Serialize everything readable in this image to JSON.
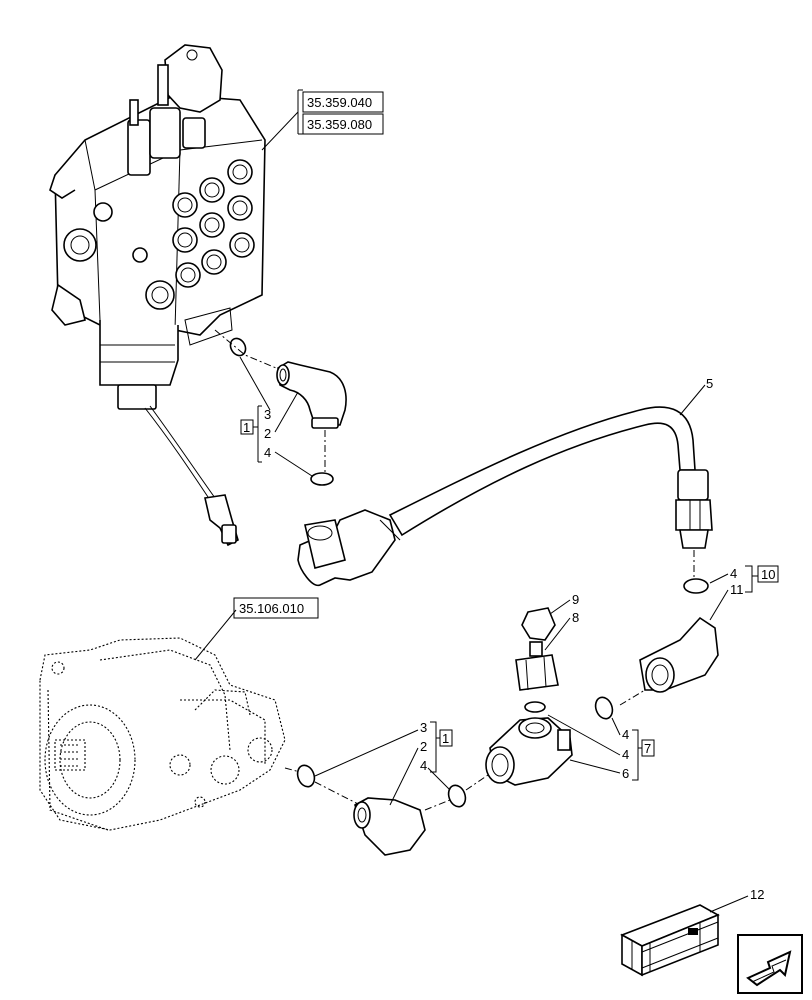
{
  "references": {
    "valve_ref_1": "35.359.040",
    "valve_ref_2": "35.359.080",
    "pump_ref": "35.106.010"
  },
  "kits": {
    "kit_1_upper": "1",
    "kit_1_lower": "1",
    "kit_7": "7",
    "kit_10": "10"
  },
  "callouts": {
    "upper_3": "3",
    "upper_2": "2",
    "upper_4": "4",
    "hose_5": "5",
    "n9": "9",
    "n8": "8",
    "right_4": "4",
    "right_11": "11",
    "lower_3": "3",
    "lower_2": "2",
    "lower_4": "4",
    "tee_4a": "4",
    "tee_4b": "4",
    "tee_6": "6",
    "n12": "12"
  },
  "icons": {
    "navigation": "arrow-icon",
    "kit": "crate-icon"
  }
}
